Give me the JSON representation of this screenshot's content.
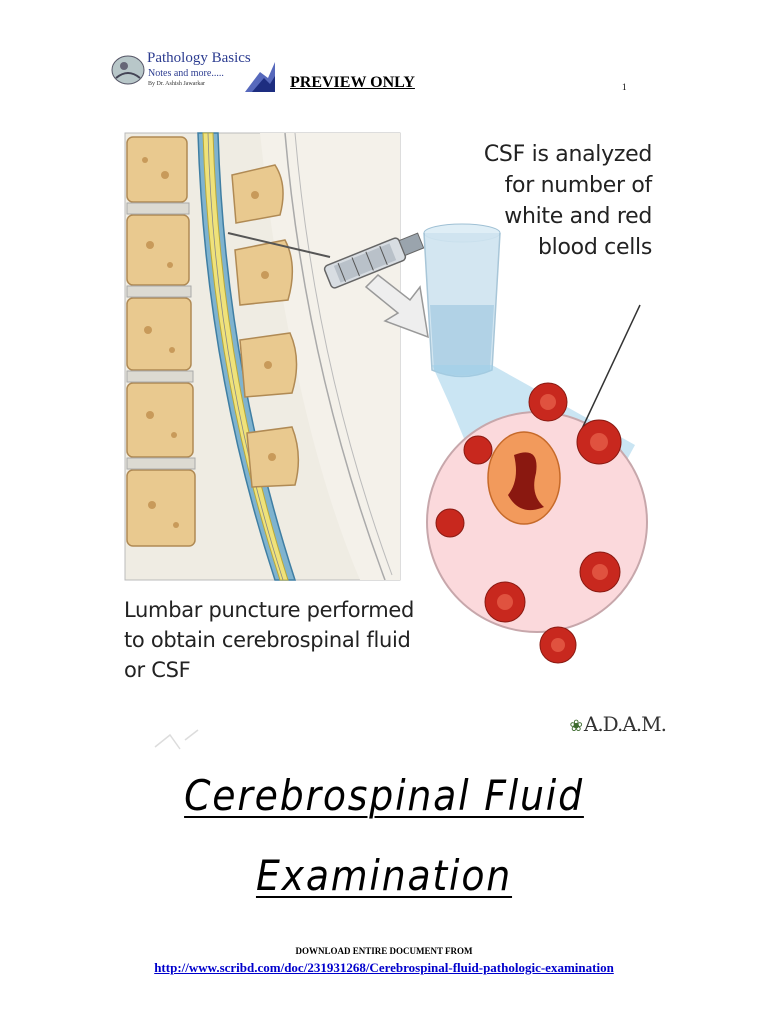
{
  "header": {
    "logo_title": "Pathology Basics",
    "logo_subtitle": "Notes and more.....",
    "logo_author": "By Dr. Ashish Jawarkar",
    "preview_label": "PREVIEW ONLY",
    "page_number": "1"
  },
  "figure": {
    "csf_caption": [
      "CSF is analyzed",
      "for number of",
      "white and red",
      "blood cells"
    ],
    "lp_caption": [
      "Lumbar puncture performed",
      "to obtain cerebrospinal fluid",
      "or CSF"
    ],
    "credit": "A.D.A.M."
  },
  "document": {
    "title_line1": "Cerebrospinal Fluid",
    "title_line2": "Examination"
  },
  "footer": {
    "download_label": "DOWNLOAD ENTIRE DOCUMENT FROM",
    "link_text": "http://www.scribd.com/doc/231931268/Cerebrospinal-fluid-pathologic-examination"
  },
  "colors": {
    "link": "#0000cc",
    "logo_text": "#2c3c90",
    "rbc": "#c8281e",
    "magnifier_bg": "#fbd9dc",
    "bone": "#e9c98f"
  }
}
